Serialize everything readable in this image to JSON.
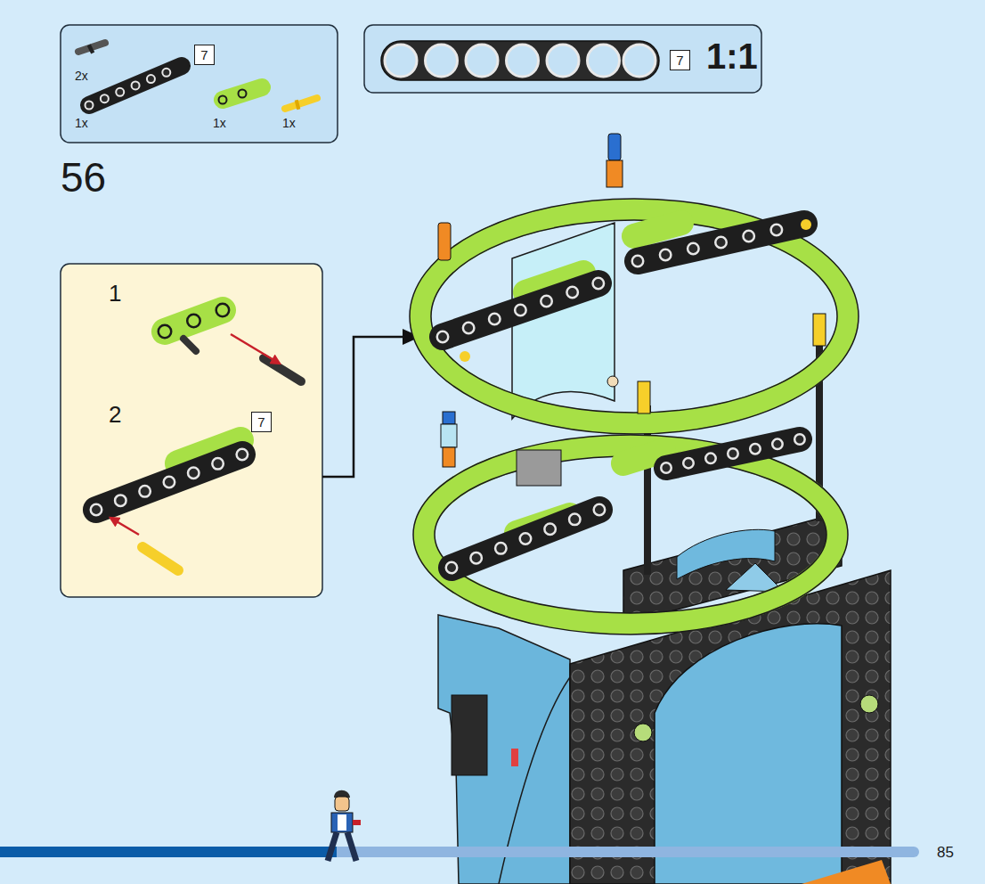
{
  "diagram": {
    "nodes": [
      {
        "text": [
          "2x",
          "1x",
          "1x",
          "1x"
        ]
      },
      {
        "text": [
          "7"
        ],
        "in": 0
      },
      {
        "text": [
          "1:1"
        ]
      },
      {
        "text": [
          "7"
        ],
        "in": 2
      },
      {
        "text": [
          "1",
          "2"
        ]
      },
      {
        "text": [
          "7"
        ],
        "in": 4
      }
    ],
    "labels": [
      "56",
      "85"
    ]
  }
}
